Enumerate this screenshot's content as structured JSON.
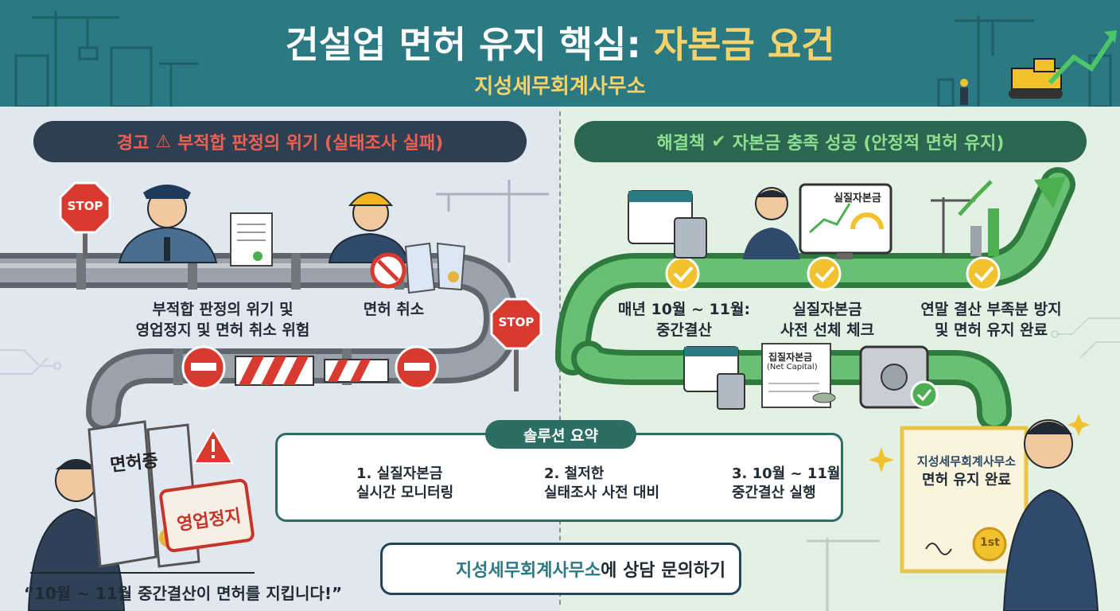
{
  "header": {
    "title_prefix": "건설업 면허 유지 핵심:",
    "title_accent": "자본금 요건",
    "subtitle": "지성세무회계사무소"
  },
  "left": {
    "banner_prefix": "경고",
    "banner_text": "부적합 판정의 위기 (실태조사 실패)",
    "stop_sign": "STOP",
    "step1_line1": "부적합 판정의 위기 및",
    "step1_line2": "영업정지 및 면허 취소 위험",
    "step2": "면허 취소",
    "license_doc": "면허증",
    "suspension_sign": "영업정지",
    "quote": "“10월 ~ 11월 중간결산이 면허를 지킵니다!”"
  },
  "right": {
    "banner_prefix": "해결책",
    "banner_text": "자본금 충족 성공 (안정적 면허 유지)",
    "monitor_label": "실질자본금",
    "step1_line1": "매년 10월 ~ 11월:",
    "step1_line2": "중간결산",
    "step2_line1": "실질자본금",
    "step2_line2": "사전 선체 체크",
    "step3_line1": "연말 결산 부족분 방지",
    "step3_line2": "및 면허 유지 완료",
    "doc_title": "집질자본금",
    "doc_subtitle": "(Net Capital)",
    "certificate_line1": "지성세무회계사무소",
    "certificate_line2": "면허 유지 완료",
    "medal": "1st"
  },
  "summary": {
    "tag": "솔루션 요약",
    "items": [
      {
        "line1": "1. 실질자본금",
        "line2": "실시간 모니터링",
        "icon": "clipboard-magnifier-icon"
      },
      {
        "line1": "2. 철저한",
        "line2": "실태조사 사전 대비",
        "icon": "calendar-calculator-icon"
      },
      {
        "line1": "3. 10월 ~ 11월",
        "line2": "중간결산 실행",
        "icon": "growth-chart-icon"
      }
    ]
  },
  "cta": {
    "highlight": "지성세무회계사무소",
    "text": "에 상담 문의하기"
  },
  "colors": {
    "header": "#2b7a83",
    "accent_yellow": "#f5d36a",
    "warning_red": "#d93a2f",
    "success_green": "#4caf50",
    "pipe_gray": "#7d858d",
    "pipe_green": "#5fb06a"
  }
}
